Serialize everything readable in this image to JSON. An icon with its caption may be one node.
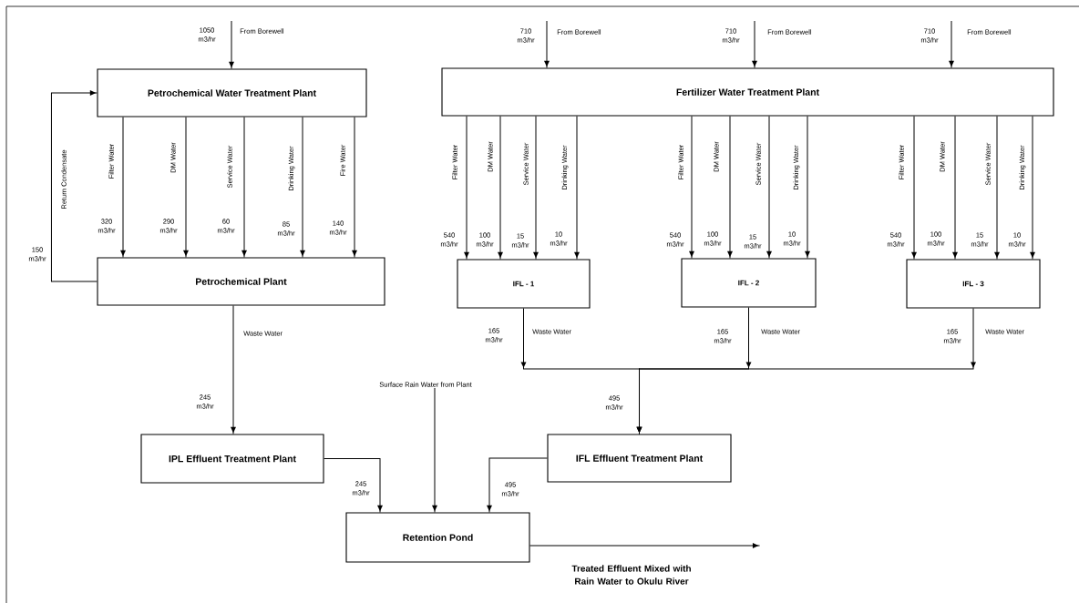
{
  "diagram": {
    "nodes": [
      {
        "text": [
          "Petrochemical Water Treatment Plant"
        ]
      },
      {
        "text": [
          "Petrochemical Plant"
        ]
      },
      {
        "text": [
          "Fertilizer Water Treatment Plant"
        ]
      },
      {
        "text": [
          "IFL - 1"
        ]
      },
      {
        "text": [
          "IFL - 2"
        ]
      },
      {
        "text": [
          "IFL - 3"
        ]
      },
      {
        "text": [
          "IPL Effluent Treatment Plant"
        ]
      },
      {
        "text": [
          "IFL Effluent Treatment Plant"
        ]
      },
      {
        "text": [
          "Retention Pond"
        ]
      },
      {
        "text": [
          "Surface Rain Water from Plant"
        ]
      }
    ],
    "edges": [
      {
        "from": null,
        "to": 0,
        "arrow": "to",
        "label": "From Borewell"
      },
      {
        "from": null,
        "to": 2,
        "arrow": "to",
        "label": "From Borewell"
      },
      {
        "from": null,
        "to": 2,
        "arrow": "to",
        "label": "From Borewell"
      },
      {
        "from": null,
        "to": 2,
        "arrow": "to",
        "label": "From Borewell"
      },
      {
        "from": 0,
        "to": 1,
        "arrow": "to",
        "label": "Filter Water"
      },
      {
        "from": 0,
        "to": 1,
        "arrow": "to",
        "label": "DM Water"
      },
      {
        "from": 0,
        "to": 1,
        "arrow": "to",
        "label": "Service Water"
      },
      {
        "from": 0,
        "to": 1,
        "arrow": "to",
        "label": "Drinking Water"
      },
      {
        "from": 0,
        "to": 1,
        "arrow": "to",
        "label": "Fire Water"
      },
      {
        "from": 1,
        "to": 0,
        "arrow": "to",
        "label": "Return Condensate"
      },
      {
        "from": 2,
        "to": 3,
        "arrow": "to",
        "label": "Filter Water"
      },
      {
        "from": 2,
        "to": 3,
        "arrow": "to",
        "label": "DM Water"
      },
      {
        "from": 2,
        "to": 3,
        "arrow": "to",
        "label": "Service Water"
      },
      {
        "from": 2,
        "to": 3,
        "arrow": "to",
        "label": "Drinking Water"
      },
      {
        "from": 2,
        "to": 4,
        "arrow": "to",
        "label": "Filter Water"
      },
      {
        "from": 2,
        "to": 4,
        "arrow": "to",
        "label": "DM Water"
      },
      {
        "from": 2,
        "to": 4,
        "arrow": "to",
        "label": "Service Water"
      },
      {
        "from": 2,
        "to": 4,
        "arrow": "to",
        "label": "Drinking Water"
      },
      {
        "from": 2,
        "to": 5,
        "arrow": "to",
        "label": "Filter Water"
      },
      {
        "from": 2,
        "to": 5,
        "arrow": "to",
        "label": "DM Water"
      },
      {
        "from": 2,
        "to": 5,
        "arrow": "to",
        "label": "Service Water"
      },
      {
        "from": 2,
        "to": 5,
        "arrow": "to",
        "label": "Drinking Water"
      },
      {
        "from": 1,
        "to": 6,
        "arrow": "to",
        "label": "Waste Water"
      },
      {
        "from": 3,
        "to": 7,
        "arrow": "to",
        "label": "Waste Water"
      },
      {
        "from": 4,
        "to": 7,
        "arrow": "to",
        "label": "Waste Water"
      },
      {
        "from": 5,
        "to": 7,
        "arrow": "to",
        "label": "Waste Water"
      },
      {
        "from": 6,
        "to": 8,
        "arrow": "to"
      },
      {
        "from": 7,
        "to": 8,
        "arrow": "to"
      },
      {
        "from": 9,
        "to": 8,
        "arrow": "to"
      },
      {
        "from": 8,
        "to": null,
        "arrow": "to",
        "label": "Treated Effluent Mixed with Rain Water to Okulu River"
      }
    ],
    "labels": [
      "1050 m3/hr",
      "710 m3/hr",
      "710 m3/hr",
      "710 m3/hr",
      "320 m3/hr",
      "290 m3/hr",
      "60 m3/hr",
      "85 m3/hr",
      "140 m3/hr",
      "540 m3/hr",
      "100 m3/hr",
      "15 m3/hr",
      "10 m3/hr",
      "540 m3/hr",
      "100 m3/hr",
      "15 m3/hr",
      "10 m3/hr",
      "540 m3/hr",
      "100 m3/hr",
      "15 m3/hr",
      "10 m3/hr",
      "150 m3/hr",
      "165 m3/hr",
      "165 m3/hr",
      "165 m3/hr",
      "245 m3/hr",
      "495 m3/hr",
      "245 m3/hr",
      "495 m3/hr"
    ]
  }
}
